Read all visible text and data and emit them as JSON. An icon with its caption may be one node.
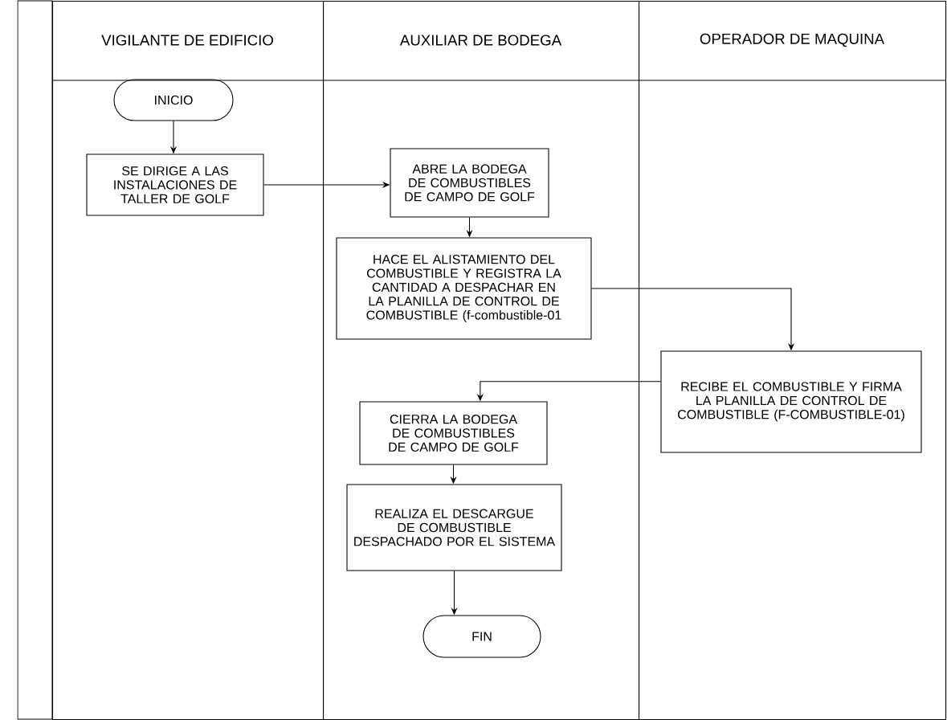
{
  "diagram": {
    "nodes": [
      {
        "text": [
          "VIGILANTE DE EDIFICIO"
        ]
      },
      {
        "text": [
          "AUXILIAR DE BODEGA"
        ]
      },
      {
        "text": [
          "OPERADOR DE MAQUINA"
        ]
      },
      {
        "text": [
          "INICIO"
        ],
        "in": 0
      },
      {
        "text": [
          "SE DIRIGE A LAS INSTALACIONES DE TALLER DE GOLF"
        ],
        "in": 0
      },
      {
        "text": [
          "ABRE LA BODEGA DE COMBUSTIBLES DE CAMPO DE GOLF"
        ],
        "in": 1
      },
      {
        "text": [
          "HACE EL ALISTAMIENTO DEL COMBUSTIBLE Y REGISTRA LA CANTIDAD A DESPACHAR EN LA PLANILLA DE CONTROL DE COMBUSTIBLE (f-combustible-01"
        ],
        "in": 1
      },
      {
        "text": [
          "RECIBE EL COMBUSTIBLE Y FIRMA LA PLANILLA DE CONTROL DE COMBUSTIBLE (F-COMBUSTIBLE-01)"
        ],
        "in": 2
      },
      {
        "text": [
          "CIERRA LA BODEGA DE COMBUSTIBLES DE CAMPO DE GOLF"
        ],
        "in": 1
      },
      {
        "text": [
          "REALIZA EL DESCARGUE DE COMBUSTIBLE DESPACHADO POR EL SISTEMA"
        ],
        "in": 1
      },
      {
        "text": [
          "FIN"
        ],
        "in": 1
      }
    ],
    "edges": [
      {
        "from": 3,
        "to": 4,
        "arrow": "to"
      },
      {
        "from": 4,
        "to": 5,
        "arrow": "to"
      },
      {
        "from": 5,
        "to": 6,
        "arrow": "to"
      },
      {
        "from": 6,
        "to": 7,
        "arrow": "to"
      },
      {
        "from": 7,
        "to": 8,
        "arrow": "to"
      },
      {
        "from": 8,
        "to": 9,
        "arrow": "to"
      },
      {
        "from": 9,
        "to": 10,
        "arrow": "to"
      }
    ]
  }
}
